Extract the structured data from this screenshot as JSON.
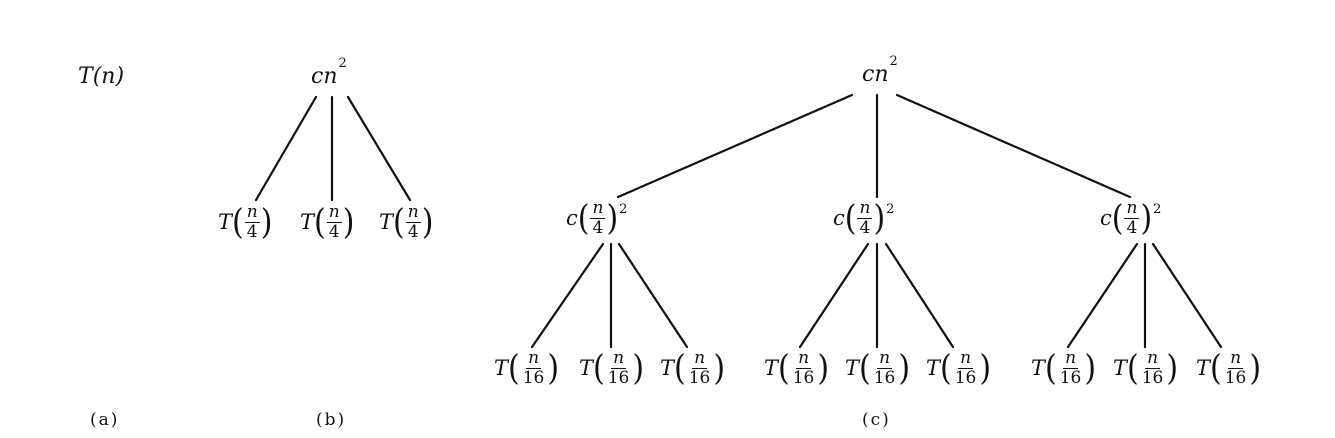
{
  "panels": {
    "a": {
      "caption": "(a)",
      "node": {
        "func": "T",
        "arg": "(n)"
      }
    },
    "b": {
      "caption": "(b)",
      "root": {
        "coef": "cn",
        "exp": "2"
      },
      "children": [
        {
          "func": "T",
          "num": "n",
          "den": "4"
        },
        {
          "func": "T",
          "num": "n",
          "den": "4"
        },
        {
          "func": "T",
          "num": "n",
          "den": "4"
        }
      ]
    },
    "c": {
      "caption": "(c)",
      "root": {
        "coef": "cn",
        "exp": "2"
      },
      "mid": [
        {
          "coef": "c",
          "num": "n",
          "den": "4",
          "exp": "2"
        },
        {
          "coef": "c",
          "num": "n",
          "den": "4",
          "exp": "2"
        },
        {
          "coef": "c",
          "num": "n",
          "den": "4",
          "exp": "2"
        }
      ],
      "leaves": [
        {
          "func": "T",
          "num": "n",
          "den": "16"
        },
        {
          "func": "T",
          "num": "n",
          "den": "16"
        },
        {
          "func": "T",
          "num": "n",
          "den": "16"
        },
        {
          "func": "T",
          "num": "n",
          "den": "16"
        },
        {
          "func": "T",
          "num": "n",
          "den": "16"
        },
        {
          "func": "T",
          "num": "n",
          "den": "16"
        },
        {
          "func": "T",
          "num": "n",
          "den": "16"
        },
        {
          "func": "T",
          "num": "n",
          "den": "16"
        },
        {
          "func": "T",
          "num": "n",
          "den": "16"
        }
      ]
    }
  }
}
